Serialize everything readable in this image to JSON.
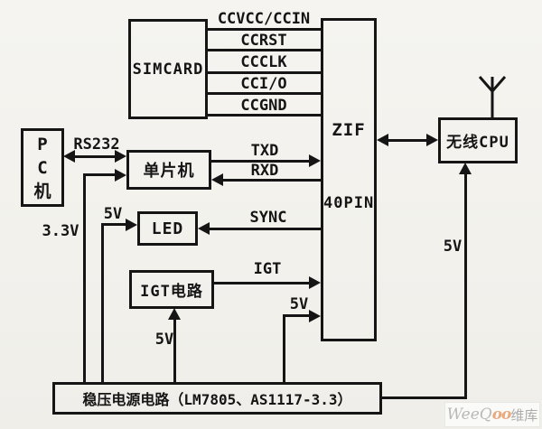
{
  "blocks": {
    "simcard": "SIMCARD",
    "pc_chars": [
      "P",
      "C",
      "机"
    ],
    "mcu": "单片机",
    "led": "LED",
    "igt_circuit": "IGT电路",
    "zif": "ZIF",
    "zif_pins": "40PIN",
    "wireless_cpu": "无线CPU",
    "regulator": "稳压电源电路（LM7805、AS1117-3.3）"
  },
  "signals": {
    "ccvcc": "CCVCC/CCIN",
    "ccrst": "CCRST",
    "ccclk": "CCCLK",
    "ccio": "CCI/O",
    "ccgnd": "CCGND",
    "rs232": "RS232",
    "txd": "TXD",
    "rxd": "RXD",
    "sync": "SYNC",
    "igt": "IGT",
    "v33": "3.3V",
    "v5_led": "5V",
    "v5_igt": "5V",
    "v5_zif": "5V",
    "v5_cpu": "5V"
  },
  "watermark": {
    "prefix": "WeeQ",
    "dots": "oo",
    "suffix": "维库"
  },
  "colors": {
    "ink": "#151515",
    "paper": "#f3f2ee",
    "watermark_text": "#b9b9b9",
    "watermark_dots": "#e9a87d"
  }
}
